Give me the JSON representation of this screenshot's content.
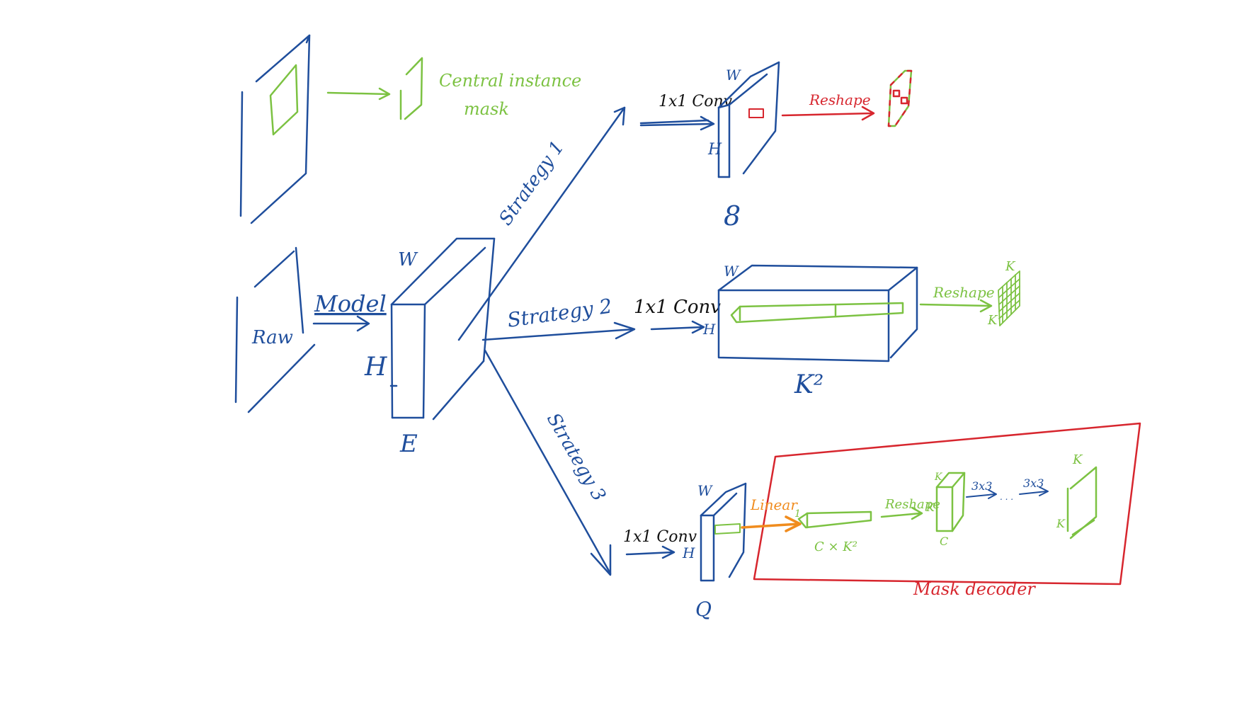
{
  "colors": {
    "blue": "#1f4e9c",
    "green": "#7cc242",
    "red": "#d7262e",
    "black": "#111111",
    "orange": "#f08c1e"
  },
  "top": {
    "label_line1": "Central instance",
    "label_line2": "mask"
  },
  "input": {
    "image_label": "Raw",
    "arrow_label": "Model"
  },
  "feature": {
    "w": "W",
    "h": "H",
    "depth": "E"
  },
  "strategy1": {
    "name": "Strategy 1",
    "conv": "1x1 Conv",
    "w": "W",
    "h": "H",
    "depth": "8",
    "reshape": "Reshape"
  },
  "strategy2": {
    "name": "Strategy 2",
    "conv": "1x1 Conv",
    "w": "W",
    "h": "H",
    "depth": "K²",
    "reshape": "Reshape",
    "out_w": "K",
    "out_h": "K"
  },
  "strategy3": {
    "name": "Strategy 3",
    "conv": "1x1 Conv",
    "w": "W",
    "h": "H",
    "depth": "Q",
    "linear": "Linear",
    "vec_start": "1",
    "vec_label": "C × K²",
    "reshape": "Reshape",
    "cube_k_top": "K",
    "cube_k_side": "K",
    "cube_c": "C",
    "conv_a": "3x3",
    "conv_b": "3x3",
    "dots": ". . .",
    "out_k_top": "K",
    "out_k_side": "K",
    "decoder": "Mask decoder"
  }
}
